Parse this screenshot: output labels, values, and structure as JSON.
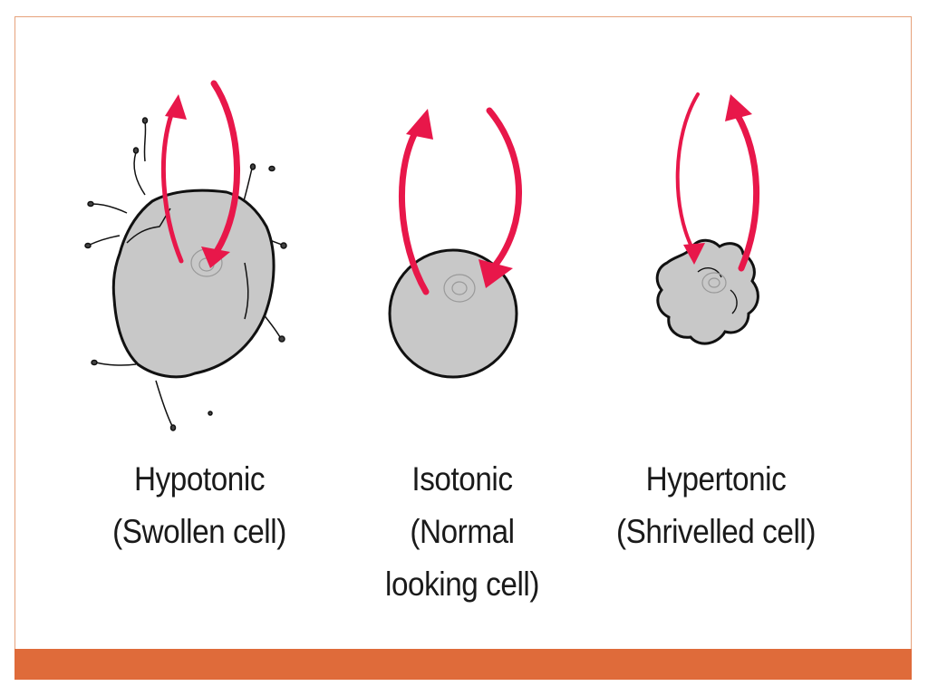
{
  "colors": {
    "frame_border": "#e6a27b",
    "footer_bar": "#df6b3a",
    "arrow": "#e8174a",
    "cell_fill": "#c8c8c8",
    "cell_outline": "#111111"
  },
  "cells": [
    {
      "id": "hypotonic",
      "name": "Hypotonic",
      "line1": "(Swollen cell)",
      "line2": ""
    },
    {
      "id": "isotonic",
      "name": "Isotonic",
      "line1": "(Normal",
      "line2": "looking cell)"
    },
    {
      "id": "hypertonic",
      "name": "Hypertonic",
      "line1": "(Shrivelled cell)",
      "line2": ""
    }
  ]
}
